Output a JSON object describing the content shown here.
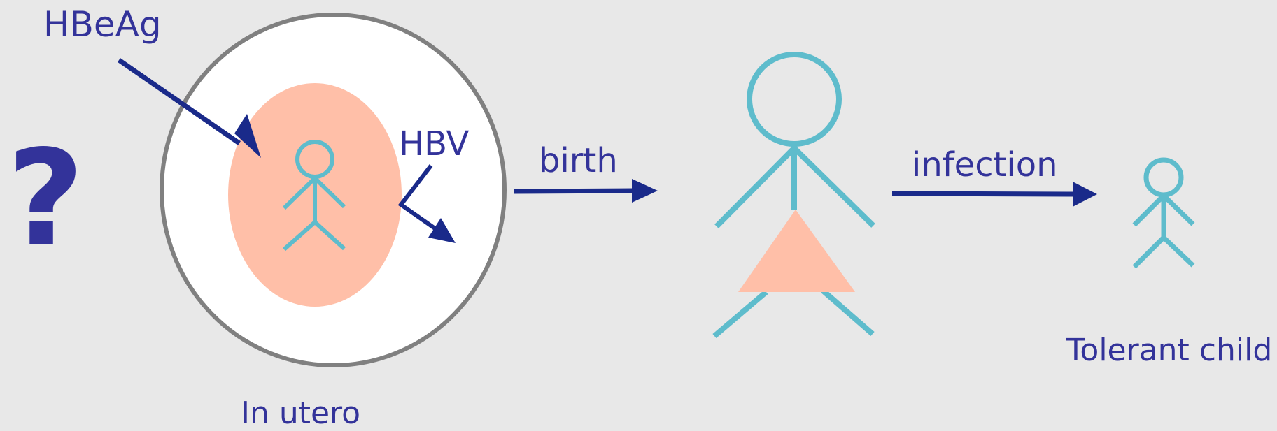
{
  "labels": {
    "hbeag": "HBeAg",
    "hbv": "HBV",
    "question": "?",
    "birth": "birth",
    "infection": "infection",
    "in_utero": "In utero",
    "tolerant_child": "Tolerant child"
  },
  "colors": {
    "background": "#e8e8e8",
    "text": "#33339a",
    "arrow": "#1a2a8a",
    "figure": "#5ebccc",
    "fetus_fill": "#ffbfa8",
    "uterus_outline": "#808080",
    "uterus_fill": "#ffffff"
  }
}
